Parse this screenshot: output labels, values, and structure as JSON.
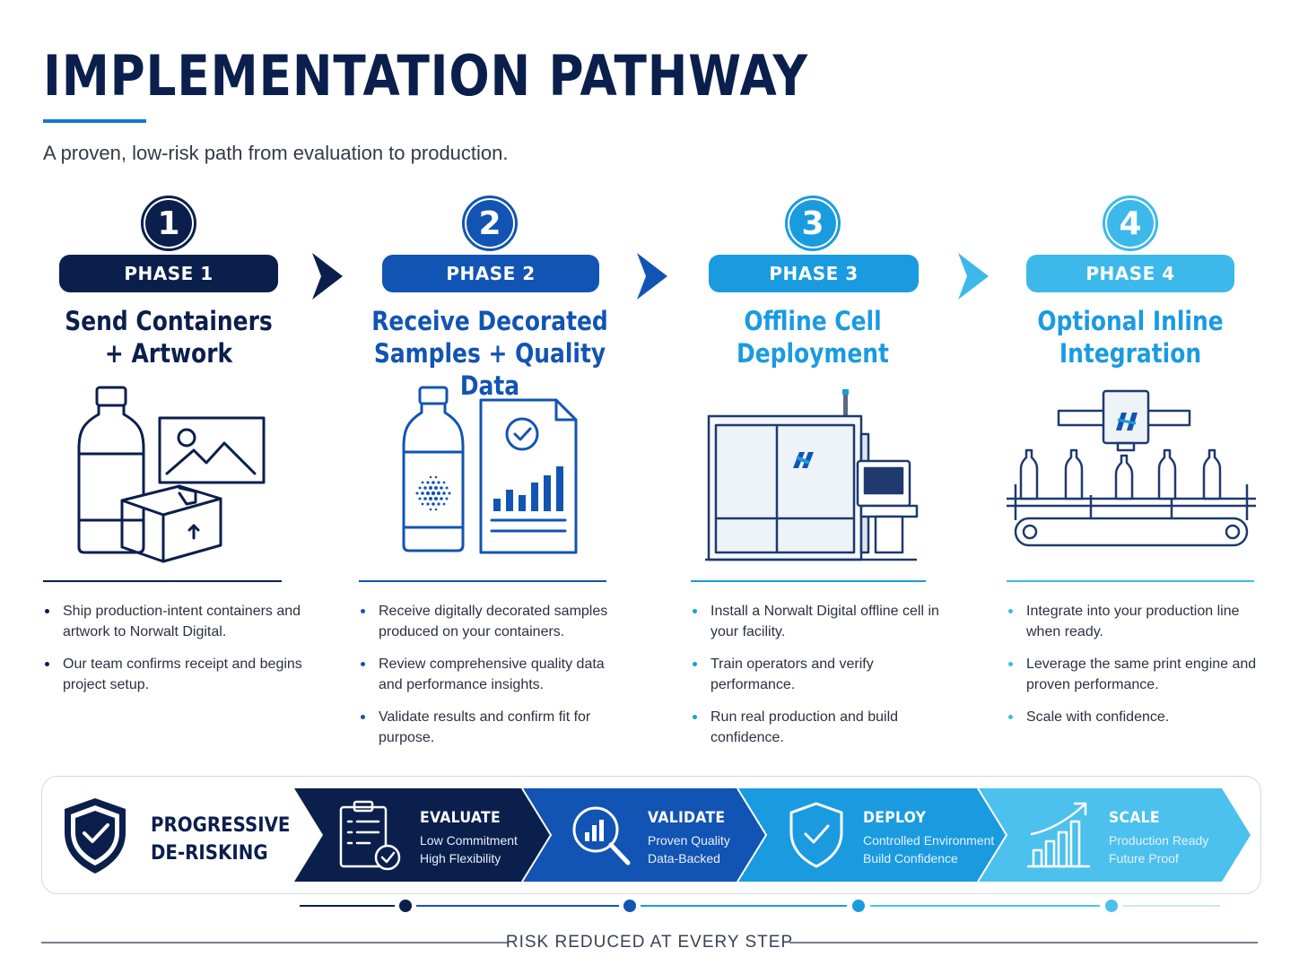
{
  "header": {
    "title": "IMPLEMENTATION PATHWAY",
    "subtitle": "A proven, low-risk path from evaluation to production."
  },
  "colors": {
    "phase1": "#0b1f4d",
    "phase2": "#1254b3",
    "phase3": "#1a9be0",
    "phase4": "#3cb9ea"
  },
  "phases": [
    {
      "number": "1",
      "label": "PHASE 1",
      "heading_line1": "Send Containers",
      "heading_line2": "+ Artwork",
      "icon": "bottle-image-box-icon",
      "bullets": [
        "Ship production-intent containers and artwork to Norwalt Digital.",
        "Our team confirms receipt and begins project setup."
      ]
    },
    {
      "number": "2",
      "label": "PHASE 2",
      "heading_line1": "Receive Decorated",
      "heading_line2": "Samples + Quality Data",
      "icon": "bottle-report-icon",
      "bullets": [
        "Receive digitally decorated samples produced on your containers.",
        "Review comprehensive quality data and performance insights.",
        "Validate results and confirm fit for purpose."
      ]
    },
    {
      "number": "3",
      "label": "PHASE 3",
      "heading_line1": "Offline Cell",
      "heading_line2": "Deployment",
      "icon": "offline-cell-machine-icon",
      "bullets": [
        "Install a Norwalt Digital offline cell in your facility.",
        "Train operators and verify performance.",
        "Run real production and build confidence."
      ]
    },
    {
      "number": "4",
      "label": "PHASE 4",
      "heading_line1": "Optional Inline",
      "heading_line2": "Integration",
      "icon": "inline-conveyor-icon",
      "bullets": [
        "Integrate into your production line when ready.",
        "Leverage the same print engine and proven performance.",
        "Scale with confidence."
      ]
    }
  ],
  "derisking": {
    "label_line1": "PROGRESSIVE",
    "label_line2": "DE-RISKING",
    "stages": [
      {
        "title": "EVALUATE",
        "line1": "Low Commitment",
        "line2": "High Flexibility",
        "icon": "clipboard-check-icon"
      },
      {
        "title": "VALIDATE",
        "line1": "Proven Quality",
        "line2": "Data-Backed",
        "icon": "magnifier-chart-icon"
      },
      {
        "title": "DEPLOY",
        "line1": "Controlled Environment",
        "line2": "Build Confidence",
        "icon": "shield-check-icon"
      },
      {
        "title": "SCALE",
        "line1": "Production Ready",
        "line2": "Future Proof",
        "icon": "growth-chart-icon"
      }
    ]
  },
  "footer": {
    "risk_text": "RISK REDUCED AT EVERY STEP"
  }
}
